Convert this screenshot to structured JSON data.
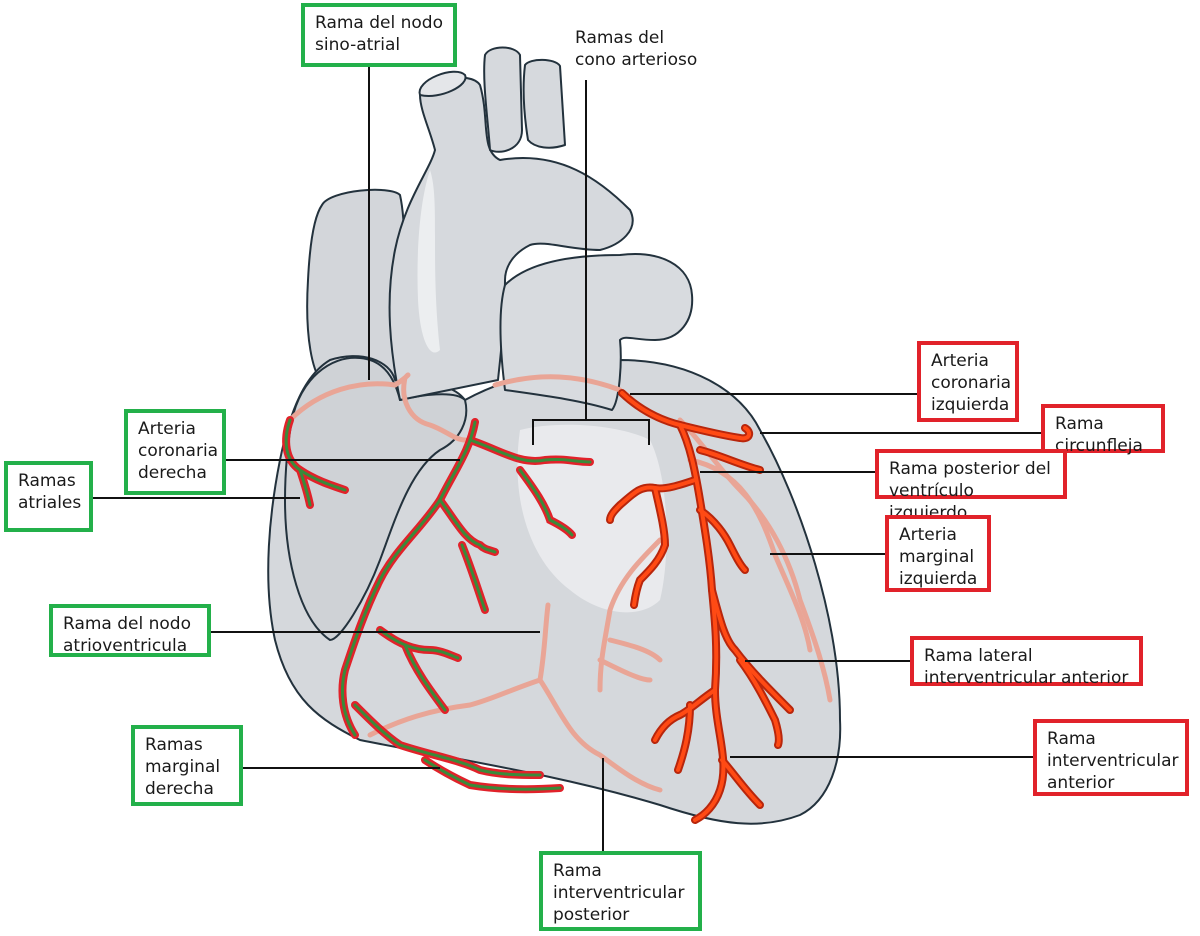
{
  "labels": {
    "sinoatrial": "Rama del nodo\nsino-atrial",
    "conus": "Ramas del\ncono arterioso",
    "rca": "Arteria\ncoronaria\nderecha",
    "atrial": "Ramas\natriales",
    "avnode": "Rama del nodo\natrioventricula",
    "right_marginal": "Ramas\nmarginal\nderecha",
    "posterior_iv": "Rama\ninterventricular\nposterior",
    "lca": "Arteria\ncoronaria\nizquierda",
    "circumflex": "Rama\ncircunfleja",
    "posterior_lv": "Rama posterior del\nventrículo izquierdo",
    "left_marginal": "Arteria\nmarginal\nizquierda",
    "lateral_iv": "Rama lateral\ninterventricular anterior",
    "anterior_iv": "Rama\ninterventricular\nanterior"
  },
  "colors": {
    "right_coronary_group": "#23b04a",
    "left_coronary_group": "#e1222a",
    "artery_front": "#ff4a14",
    "artery_back": "#e9a596",
    "heart_fill": "#d5d8dc",
    "heart_outline": "#23323d"
  }
}
